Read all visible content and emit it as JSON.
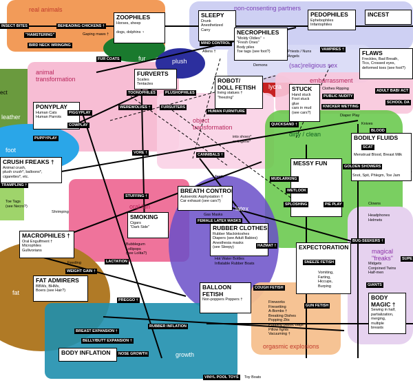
{
  "regions": [
    {
      "label": "real animals",
      "color": "#f08a3c",
      "text_color": "#c0392b"
    },
    {
      "label": "non-consenting partners",
      "color": "#b6b8e8",
      "text_color": "#7b3fb5"
    },
    {
      "label": "animal transformation",
      "color": "#f3a7c2",
      "text_color": "#b8245a"
    },
    {
      "label": "fur",
      "color": "#1a7a2e",
      "text_color": "#ffffff"
    },
    {
      "label": "plush",
      "color": "#2c2f9e",
      "text_color": "#ffffff"
    },
    {
      "label": "(sac)religious sex",
      "color": "#c7c9f0",
      "text_color": "#7b3fb5"
    },
    {
      "label": "lycra",
      "color": "#c62222",
      "text_color": "#ffffff"
    },
    {
      "label": "embarrassment",
      "color": "#f6bcd6",
      "text_color": "#b8245a"
    },
    {
      "label": "object transformation",
      "color": "#f7c9e0",
      "text_color": "#b8245a"
    },
    {
      "label": "dirty / clean",
      "color": "#55c23b",
      "text_color": "#0b5e1c"
    },
    {
      "label": "leather",
      "color": "#6a9a3e",
      "text_color": "#ffffff"
    },
    {
      "label": "foot",
      "color": "#2aa6e8",
      "text_color": "#ffffff"
    },
    {
      "label": "oral fun",
      "color": "#e8457a",
      "text_color": "#b8245a"
    },
    {
      "label": "latex",
      "color": "#6a4fc8",
      "text_color": "#ffffff"
    },
    {
      "label": "magical \"freaks\"",
      "color": "#e1c8ec",
      "text_color": "#8b2fa8"
    },
    {
      "label": "fat",
      "color": "#b07a26",
      "text_color": "#ffffff"
    },
    {
      "label": "growth",
      "color": "#1f8fae",
      "text_color": "#ffffff"
    },
    {
      "label": "orgasmic explosions",
      "color": "#f4b884",
      "text_color": "#c0392b"
    }
  ],
  "nodes": [
    {
      "title": "ZOOPHILES",
      "desc": "Horses, sheep\n\ndogs, dolphins ♀"
    },
    {
      "title": "SLEEPY",
      "desc": "Drunk\nAnesthetized\nCarry"
    },
    {
      "title": "PEDOPHILES",
      "desc": "Ephebophiles\nInfantophiles"
    },
    {
      "title": "INCEST",
      "desc": ""
    },
    {
      "title": "NECROPHILES",
      "desc": "\"Moldy Oldies\" ♀\n\"Fresh Ones\"\nBody piles\nToe tags (see foot?)"
    },
    {
      "title": "FLAWS",
      "desc": "Freckles, Bad Breath,\nTics, Crossed eyes,\ndeformed toes (see foot?)"
    },
    {
      "title": "FURVERTS",
      "desc": "Scalies\nTentacles"
    },
    {
      "title": "ROBOT/\nDOLL FETISH",
      "desc": "living statues †\n\"freezing\""
    },
    {
      "title": "PONYPLAY",
      "desc": "Human Cats\nHuman Parrots"
    },
    {
      "title": "STUCK",
      "desc": "Hand stuck\nFoot stuck\nglue\ncars in mud\n(see cars?)"
    },
    {
      "title": "BODILY FLUIDS",
      "desc": ""
    },
    {
      "title": "CRUSH FREAKS †",
      "desc": "Animal crush,\nplush crush*, balloons*,\ncigarettes*, etc."
    },
    {
      "title": "MESSY FUN",
      "desc": ""
    },
    {
      "title": "BREATH CONTROL",
      "desc": "Autoerotic Asphyxiation †\nCar exhaust (see cars?)"
    },
    {
      "title": "SMOKING",
      "desc": "Cigars\n\"Dark Side\""
    },
    {
      "title": "RUBBER CLOTHES",
      "desc": "Rubber Mackintoshes\nDiapers (see Adult Babies)\nAnesthesia masks\n(see Sleepy)"
    },
    {
      "title": "MACROPHILES †",
      "desc": "Oral Engulfment †\nMicrophiles\nGullivorians"
    },
    {
      "title": "EXPECTORATION",
      "desc": ""
    },
    {
      "title": "FAT ADMIRERS",
      "desc": "BBWs, BHMs,\nBoers (see Hair?)"
    },
    {
      "title": "BALLOON\nFETISH",
      "desc": "Non-poppers    Poppers †"
    },
    {
      "title": "BODY\nMAGIC †",
      "desc": "Sewing in half,\npartialization,\nmerging,\nmultiple\nbreasts"
    },
    {
      "title": "BODY INFLATION",
      "desc": ""
    }
  ],
  "tags": [
    "INSECT BITES",
    "BEHEADING CHICKENS †",
    "\"HAMSTERING\"",
    "BIRD NECK WRINGING",
    "FUR COATS",
    "MIND CONTROL",
    "VAMPIRES †",
    "ADULT BABIES",
    "SCHOOL DAYS",
    "PUBLIC NUDITY",
    "TOONOPHILES",
    "PLUSHOPHILES",
    "WEREWOLVES †",
    "FURSUITERS",
    "HUMAN FURNITURE",
    "PIGGYPLAY",
    "COWPLAY",
    "PUPPYPLAY",
    "KNICKER WETTING",
    "QUICKSAND †",
    "BLOOD",
    "SCAT",
    "GOLDEN SHOWERS",
    "VORE †",
    "CANNIBALS †",
    "MUDLARKING",
    "WETLOOK",
    "SPLOSHING",
    "PIE PLAY",
    "STUFFING †",
    "FEMALE LATEX MASKS",
    "TRAMPLING †",
    "HAZMAT †",
    "SNEEZE FETISH",
    "BUG-SEEKERS †",
    "LACTATION",
    "WEIGHT GAIN †",
    "PREGGO †",
    "COUGH FETISH",
    "GUN FETISH",
    "GIANTS",
    "RUBBER INFLATION",
    "BREAST EXPANSION †",
    "BELLY/BUTT EXPANSION †",
    "NOSE GROWTH",
    "VINYL POOL TOYS"
  ],
  "notes": [
    "Gaping maws †",
    "Allens †",
    "Demons",
    "Priests / Nuns\nAngels",
    "Clothes Ripping",
    "Diaper Play",
    "Knives",
    "into shoes*\nor lingerie*",
    "Teeth",
    "Menstrual Blood, Breast Milk",
    "Snot, Spit, Phlegm, Toe Jam",
    "Gas Masks",
    "Clowns",
    "Headphones\nHelmets",
    "Bubblegum\nLollipops\n(see Lolita?)",
    "Shrimping",
    "Toe Tags\n(see Necro?)",
    "Feeding",
    "Hot Water Bottles\nInflatable Rubber Boats",
    "Vomiting,\nFarting,\nHiccups,\nBurping",
    "Fireworks\nFiresetting\nA-Bombs †\nBreaking Dishes\nPopping Zits\nPopping plastic bags\nPillow fights\nVacuuming †",
    "Midgets\nConjoined Twins\nHalf-men",
    "Toy Boats",
    "ACT",
    "SCHOOL DA",
    "SUPE"
  ],
  "left_edge": [
    "ect",
    "leather"
  ]
}
